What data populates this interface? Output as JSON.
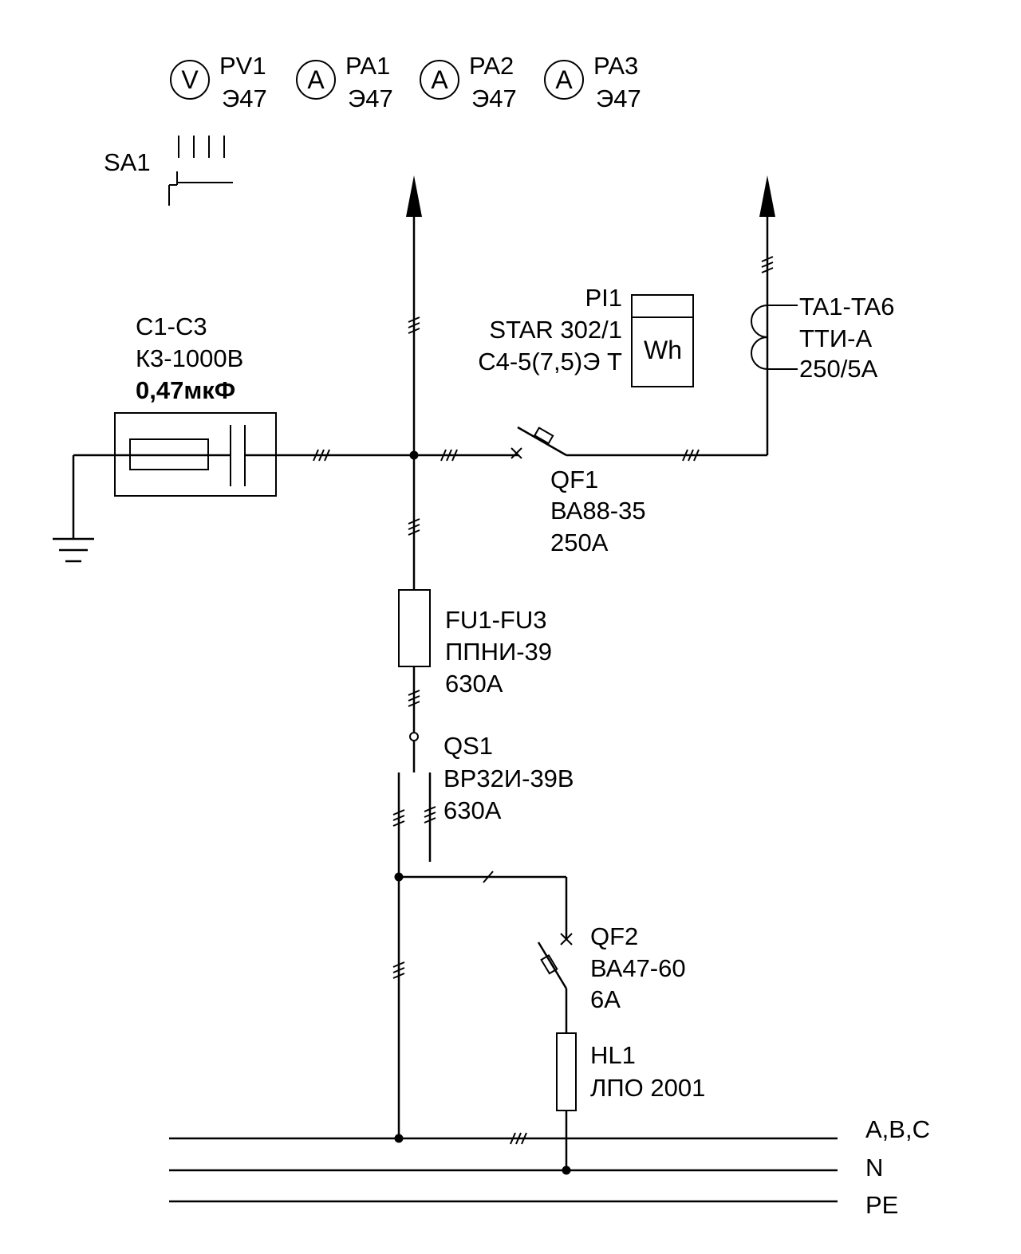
{
  "meters": [
    {
      "symbol": "V",
      "name": "PV1",
      "type": "Э47"
    },
    {
      "symbol": "A",
      "name": "PA1",
      "type": "Э47"
    },
    {
      "symbol": "A",
      "name": "PA2",
      "type": "Э47"
    },
    {
      "symbol": "A",
      "name": "PA3",
      "type": "Э47"
    }
  ],
  "switch_sa1": {
    "name": "SA1"
  },
  "capacitor": {
    "name": "C1-C3",
    "type": "К3-1000В",
    "value": "0,47мкФ"
  },
  "energy_meter": {
    "name": "PI1",
    "model": "STAR 302/1",
    "rating": "С4-5(7,5)Э Т",
    "symbol": "Wh"
  },
  "current_transformers": {
    "name": "TA1-TA6",
    "type": "ТТИ-А",
    "ratio": "250/5А"
  },
  "breaker_qf1": {
    "name": "QF1",
    "type": "ВА88-35",
    "rating": "250А"
  },
  "fuses": {
    "name": "FU1-FU3",
    "type": "ППНИ-39",
    "rating": "630А"
  },
  "disconnector_qs1": {
    "name": "QS1",
    "type": "ВР32И-39В",
    "rating": "630А"
  },
  "breaker_qf2": {
    "name": "QF2",
    "type": "ВА47-60",
    "rating": "6А"
  },
  "lamp_hl1": {
    "name": "HL1",
    "type": "ЛПО 2001"
  },
  "buses": {
    "phase": "A,B,C",
    "neutral": "N",
    "protective": "PE"
  }
}
